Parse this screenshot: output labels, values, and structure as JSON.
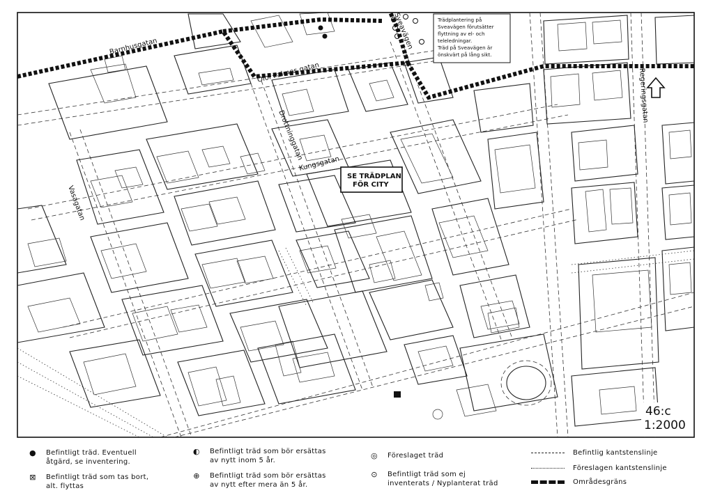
{
  "streets": {
    "barnhusgatan": "Barnhusgatan",
    "olof_palmes": "Olof Palmes gatan",
    "sveavagen": "Sveavägen",
    "drottninggatan": "Drottninggatan",
    "kungsgatan": "Kungsgatan",
    "vasagatan": "Vasagatan",
    "regeringsgatan": "Regeringsgatan"
  },
  "note_box": "Trädplantering på\nSveavägen förutsätter\nflyttning av el- och\nteleledningar.\nTräd på Sveavägen är\nönskvärt på lång sikt.",
  "city_box": "SE TRÄDPLAN\nFÖR CITY",
  "sheet": {
    "number": "46:c",
    "scale": "1:2000"
  },
  "legend": {
    "existing_tree": "Befintligt träd. Eventuell\nåtgärd, se inventering.",
    "remove_tree": "Befintligt träd som tas bort,\nalt. flyttas",
    "replace_5": "Befintligt träd som bör ersättas\nav nytt inom 5 år.",
    "replace_after_5": "Befintligt träd som bör ersättas\nav nytt efter mera än 5 år.",
    "proposed_tree": "Föreslaget träd",
    "not_inventoried": "Befintligt träd som ej\ninventerats / Nyplanterat träd",
    "existing_curb": "Befintlig kantstenslinje",
    "proposed_curb": "Föreslagen kantstenslinje",
    "area_boundary": "Områdesgräns"
  },
  "icons": {
    "existing_tree": "filled-circle-icon",
    "remove_tree": "boxed-x-icon",
    "replace_5": "half-circle-icon",
    "replace_after_5": "circle-plus-icon",
    "proposed_tree": "double-circle-icon",
    "not_inventoried": "dot-circle-icon",
    "north_arrow": "north-arrow-icon"
  }
}
